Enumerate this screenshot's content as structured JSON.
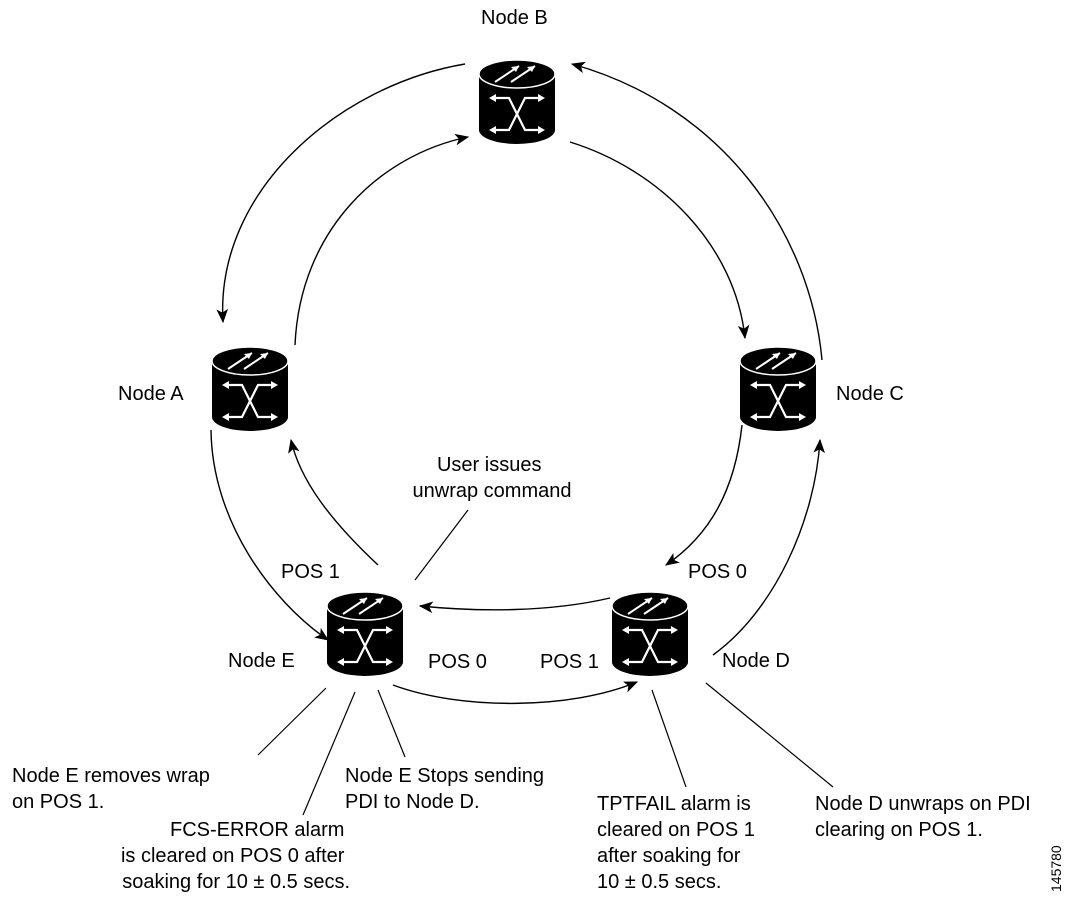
{
  "nodes": {
    "a": {
      "label": "Node A"
    },
    "b": {
      "label": "Node B"
    },
    "c": {
      "label": "Node C"
    },
    "d": {
      "label": "Node D"
    },
    "e": {
      "label": "Node E"
    }
  },
  "ports": {
    "e_pos1": "POS 1",
    "e_pos0": "POS 0",
    "d_pos0": "POS 0",
    "d_pos1": "POS 1"
  },
  "callouts": {
    "user_cmd": [
      "User issues",
      "unwrap command"
    ],
    "e_removes_wrap": [
      "Node E removes wrap",
      "on POS 1."
    ],
    "fcs_error": [
      "FCS-ERROR alarm",
      "is cleared on POS 0 after",
      "soaking for 10 ± 0.5 secs."
    ],
    "e_stops_pdi": [
      "Node E Stops sending",
      "PDI to Node D."
    ],
    "tptfail": [
      "TPTFAIL alarm is",
      "cleared on POS 1",
      "after soaking for",
      "10 ± 0.5 secs."
    ],
    "d_unwraps": [
      "Node D unwraps on PDI",
      "clearing on POS 1."
    ]
  },
  "figure_number": "145780"
}
